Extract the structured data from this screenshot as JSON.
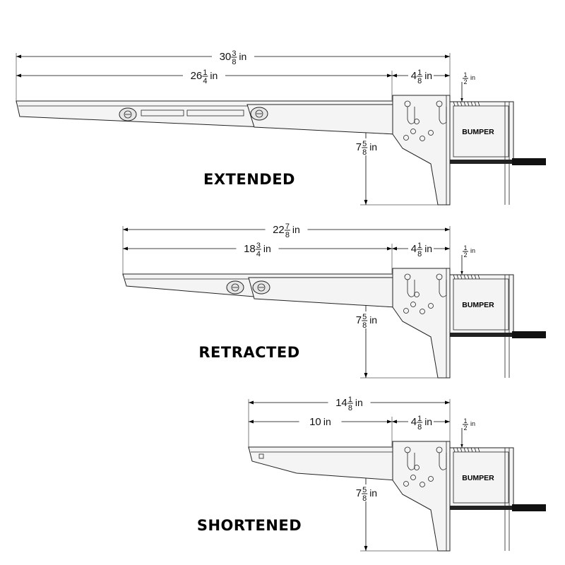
{
  "bumper_label": "BUMPER",
  "unit": "in",
  "configs": [
    {
      "name": "EXTENDED",
      "overall": {
        "whole": "30",
        "num": "3",
        "den": "8"
      },
      "arm": {
        "whole": "26",
        "num": "1",
        "den": "4"
      },
      "mount": {
        "whole": "4",
        "num": "1",
        "den": "8"
      },
      "height": {
        "whole": "7",
        "num": "5",
        "den": "8"
      },
      "gap": {
        "whole": "",
        "num": "1",
        "den": "2"
      }
    },
    {
      "name": "RETRACTED",
      "overall": {
        "whole": "22",
        "num": "7",
        "den": "8"
      },
      "arm": {
        "whole": "18",
        "num": "3",
        "den": "4"
      },
      "mount": {
        "whole": "4",
        "num": "1",
        "den": "8"
      },
      "height": {
        "whole": "7",
        "num": "5",
        "den": "8"
      },
      "gap": {
        "whole": "",
        "num": "1",
        "den": "2"
      }
    },
    {
      "name": "SHORTENED",
      "overall": {
        "whole": "14",
        "num": "1",
        "den": "8"
      },
      "arm": {
        "whole": "10",
        "num": "",
        "den": ""
      },
      "mount": {
        "whole": "4",
        "num": "1",
        "den": "8"
      },
      "height": {
        "whole": "7",
        "num": "5",
        "den": "8"
      },
      "gap": {
        "whole": "",
        "num": "1",
        "den": "2"
      }
    }
  ]
}
